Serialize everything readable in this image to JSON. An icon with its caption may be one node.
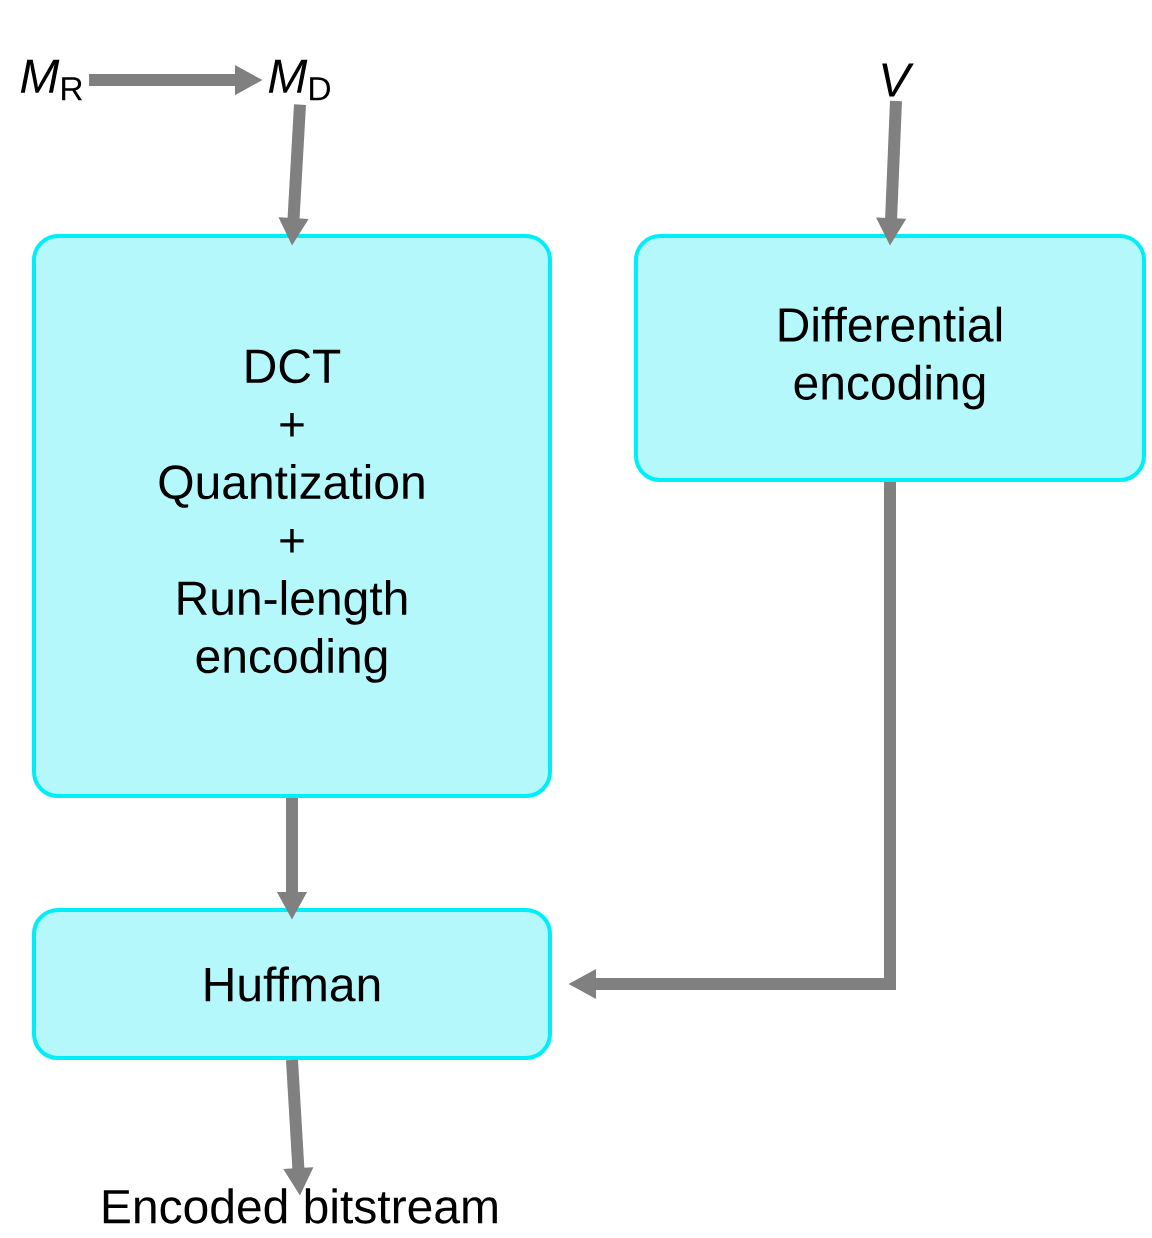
{
  "diagram": {
    "nodes": [
      {
        "text": [
          "*M*$_{R}$"
        ]
      },
      {
        "text": [
          "*M*$_{D}$"
        ]
      },
      {
        "text": [
          "*V*"
        ]
      },
      {
        "text": [
          "DCT",
          "+",
          "Quantization",
          "+",
          "Run-length encoding"
        ]
      },
      {
        "text": [
          "Differential encoding"
        ]
      },
      {
        "text": [
          "Huffman"
        ]
      },
      {
        "text": [
          "Encoded bitstream"
        ]
      }
    ],
    "edges": [
      {
        "from": 0,
        "to": 1,
        "arrow": "to"
      },
      {
        "from": 1,
        "to": 3,
        "arrow": "to"
      },
      {
        "from": 2,
        "to": 4,
        "arrow": "to"
      },
      {
        "from": 3,
        "to": 5,
        "arrow": "to"
      },
      {
        "from": 4,
        "to": 5,
        "arrow": "to"
      },
      {
        "from": 5,
        "to": 6,
        "arrow": "to"
      }
    ]
  }
}
